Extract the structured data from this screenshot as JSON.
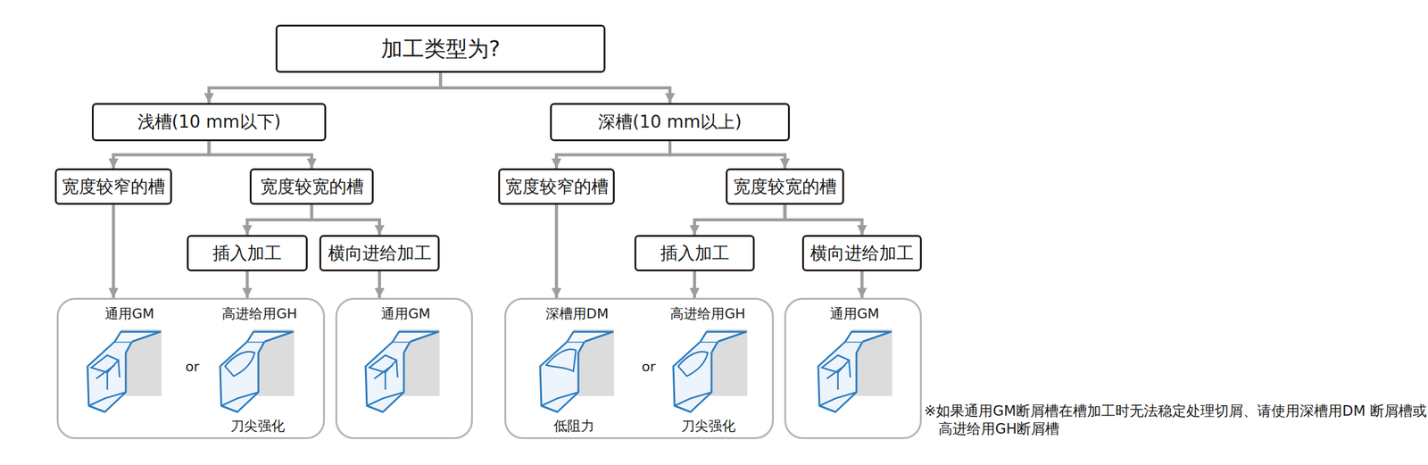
{
  "diagram": {
    "nodes": [
      {
        "text": [
          "加工类型为?"
        ]
      },
      {
        "text": [
          "浅槽(10 mm以下)"
        ]
      },
      {
        "text": [
          "深槽(10 mm以上)"
        ]
      },
      {
        "text": [
          "宽度较窄的槽"
        ]
      },
      {
        "text": [
          "宽度较宽的槽"
        ]
      },
      {
        "text": [
          "宽度较窄的槽"
        ]
      },
      {
        "text": [
          "宽度较宽的槽"
        ]
      },
      {
        "text": [
          "插入加工"
        ]
      },
      {
        "text": [
          "横向进给加工"
        ]
      },
      {
        "text": [
          "插入加工"
        ]
      },
      {
        "text": [
          "横向进给加工"
        ]
      },
      {
        "text": [
          "通用GM",
          "高进给用GH",
          "or",
          "刀尖强化"
        ]
      },
      {
        "text": [
          "通用GM"
        ]
      },
      {
        "text": [
          "深槽用DM",
          "高进给用GH",
          "or",
          "低阻力",
          "刀尖强化"
        ]
      },
      {
        "text": [
          "通用GM"
        ]
      }
    ],
    "edges": [
      {
        "from": 0,
        "to": 1,
        "arrow": "to"
      },
      {
        "from": 0,
        "to": 2,
        "arrow": "to"
      },
      {
        "from": 1,
        "to": 3,
        "arrow": "to"
      },
      {
        "from": 1,
        "to": 4,
        "arrow": "to"
      },
      {
        "from": 2,
        "to": 5,
        "arrow": "to"
      },
      {
        "from": 2,
        "to": 6,
        "arrow": "to"
      },
      {
        "from": 4,
        "to": 7,
        "arrow": "to"
      },
      {
        "from": 4,
        "to": 8,
        "arrow": "to"
      },
      {
        "from": 6,
        "to": 9,
        "arrow": "to"
      },
      {
        "from": 6,
        "to": 10,
        "arrow": "to"
      },
      {
        "from": 3,
        "to": 11,
        "arrow": "to"
      },
      {
        "from": 7,
        "to": 11,
        "arrow": "to"
      },
      {
        "from": 8,
        "to": 12,
        "arrow": "to"
      },
      {
        "from": 5,
        "to": 13,
        "arrow": "to"
      },
      {
        "from": 9,
        "to": 13,
        "arrow": "to"
      },
      {
        "from": 10,
        "to": 14,
        "arrow": "to"
      }
    ],
    "labels": [
      "※如果通用GM断屑槽在槽加工时无法稳定处理切屑、请使用深槽用DM 断屑槽或高进给用GH断屑槽"
    ]
  }
}
